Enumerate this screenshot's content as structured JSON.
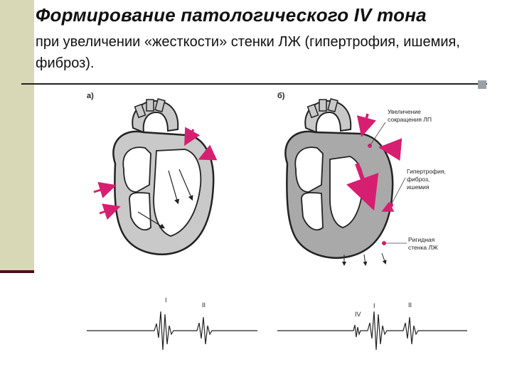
{
  "title": "Формирование патологического IV тона",
  "subtitle": "при увеличении «жесткости» стенки ЛЖ (гипертрофия, ишемия, фиброз).",
  "figure": {
    "panel_a_label": "а)",
    "panel_b_label": "б)",
    "annotation_contraction": [
      "Увеличение",
      "сокращения ЛП"
    ],
    "annotation_hypertrophy": [
      "Гипертрофия,",
      "фиброз,",
      "ишемия"
    ],
    "annotation_rigid_wall": [
      "Ригидная",
      "стенка ЛЖ"
    ],
    "tone_label_i": "I",
    "tone_label_ii": "II",
    "tone_label_iv": "IV"
  },
  "colors": {
    "accent": "#d61f70",
    "sidebar": "#d8d8b6",
    "sidebar_line": "#4b0f1f",
    "wall_fill": "#c9c9c9",
    "thick_wall_fill": "#a9a9a9"
  }
}
